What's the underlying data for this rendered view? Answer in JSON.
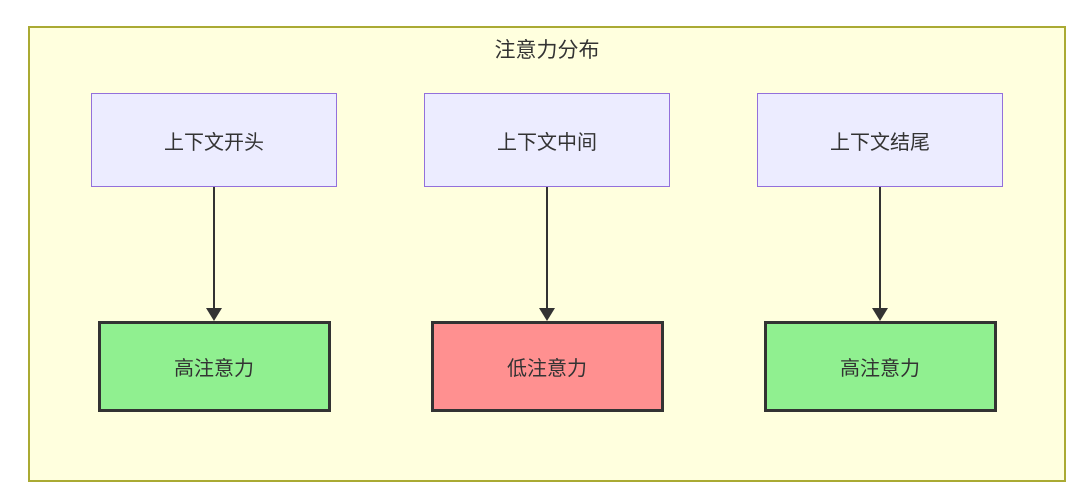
{
  "diagram": {
    "title": "注意力分布",
    "columns": [
      {
        "source": "上下文开头",
        "target": "高注意力",
        "target_type": "high"
      },
      {
        "source": "上下文中间",
        "target": "低注意力",
        "target_type": "low"
      },
      {
        "source": "上下文结尾",
        "target": "高注意力",
        "target_type": "high"
      }
    ],
    "colors": {
      "container_fill": "#FFFFDE",
      "container_border": "#AAAA33",
      "source_fill": "#ECECFF",
      "source_border": "#9370DB",
      "high_fill": "#90F090",
      "low_fill": "#FF9090",
      "target_border": "#333333",
      "arrow": "#333333",
      "text": "#333333"
    }
  }
}
